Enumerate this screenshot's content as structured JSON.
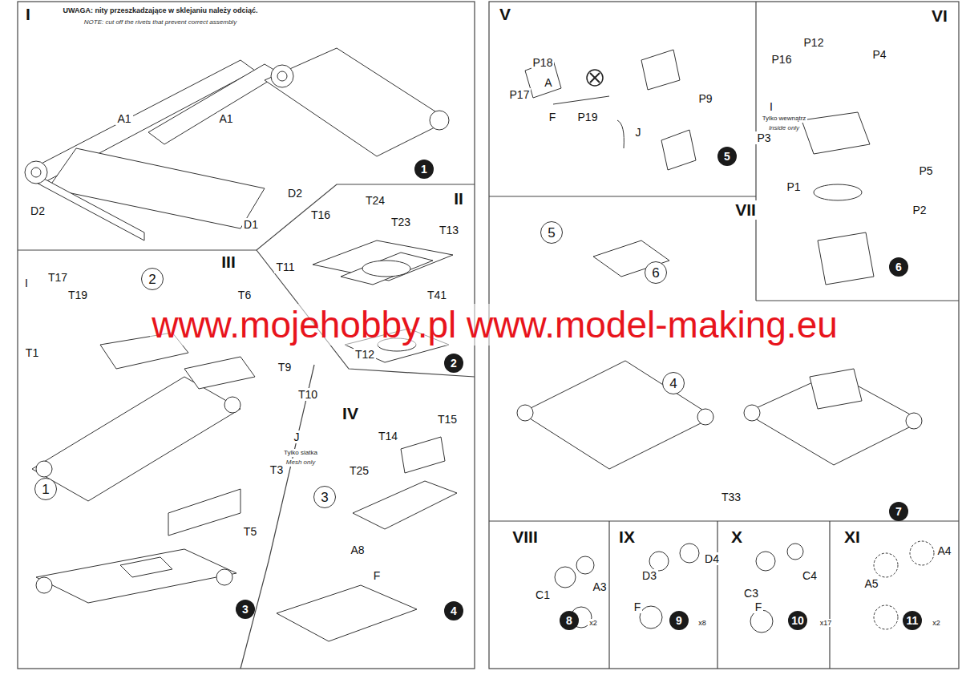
{
  "diagram": {
    "nodes": [
      {
        "text": [
          "1"
        ]
      },
      {
        "text": [
          "2"
        ]
      },
      {
        "text": [
          "2"
        ]
      },
      {
        "text": [
          "1"
        ]
      },
      {
        "text": [
          "3"
        ]
      },
      {
        "text": [
          "3"
        ]
      },
      {
        "text": [
          "4"
        ]
      },
      {
        "text": [
          "5"
        ]
      },
      {
        "text": [
          "6"
        ]
      },
      {
        "text": [
          "5"
        ]
      },
      {
        "text": [
          "6"
        ]
      },
      {
        "text": [
          "4"
        ]
      },
      {
        "text": [
          "7"
        ]
      },
      {
        "text": [
          "8"
        ]
      },
      {
        "text": [
          "9"
        ]
      },
      {
        "text": [
          "10"
        ]
      },
      {
        "text": [
          "11"
        ]
      }
    ],
    "labels": [
      "I",
      "UWAGA: nity przeszkadzające w sklejaniu należy odciąć.",
      "NOTE: cut off the rivets that prevent correct assembly",
      "A1",
      "A1",
      "D2",
      "D2",
      "D1",
      "II",
      "T24",
      "T16",
      "T23",
      "T13",
      "T11",
      "T41",
      "T12",
      "III",
      "I",
      "T17",
      "T19",
      "T6",
      "T1",
      "T9",
      "T10",
      "J",
      "Tylko siatka",
      "Mesh only",
      "T3",
      "T5",
      "IV",
      "T15",
      "T14",
      "T25",
      "A8",
      "F",
      "www.mojehobby.pl www.model-making.eu",
      "V",
      "P18",
      "A",
      "P17",
      "F",
      "P19",
      "J",
      "P9",
      "VI",
      "P12",
      "P16",
      "P4",
      "I",
      "Tylko wewnątrz",
      "Inside only",
      "P3",
      "P5",
      "P1",
      "P2",
      "VII",
      "T33",
      "VIII",
      "C1",
      "A3",
      "x2",
      "IX",
      "D3",
      "D4",
      "F",
      "x8",
      "X",
      "C4",
      "C3",
      "F",
      "x17",
      "XI",
      "A4",
      "A5",
      "x2"
    ]
  }
}
